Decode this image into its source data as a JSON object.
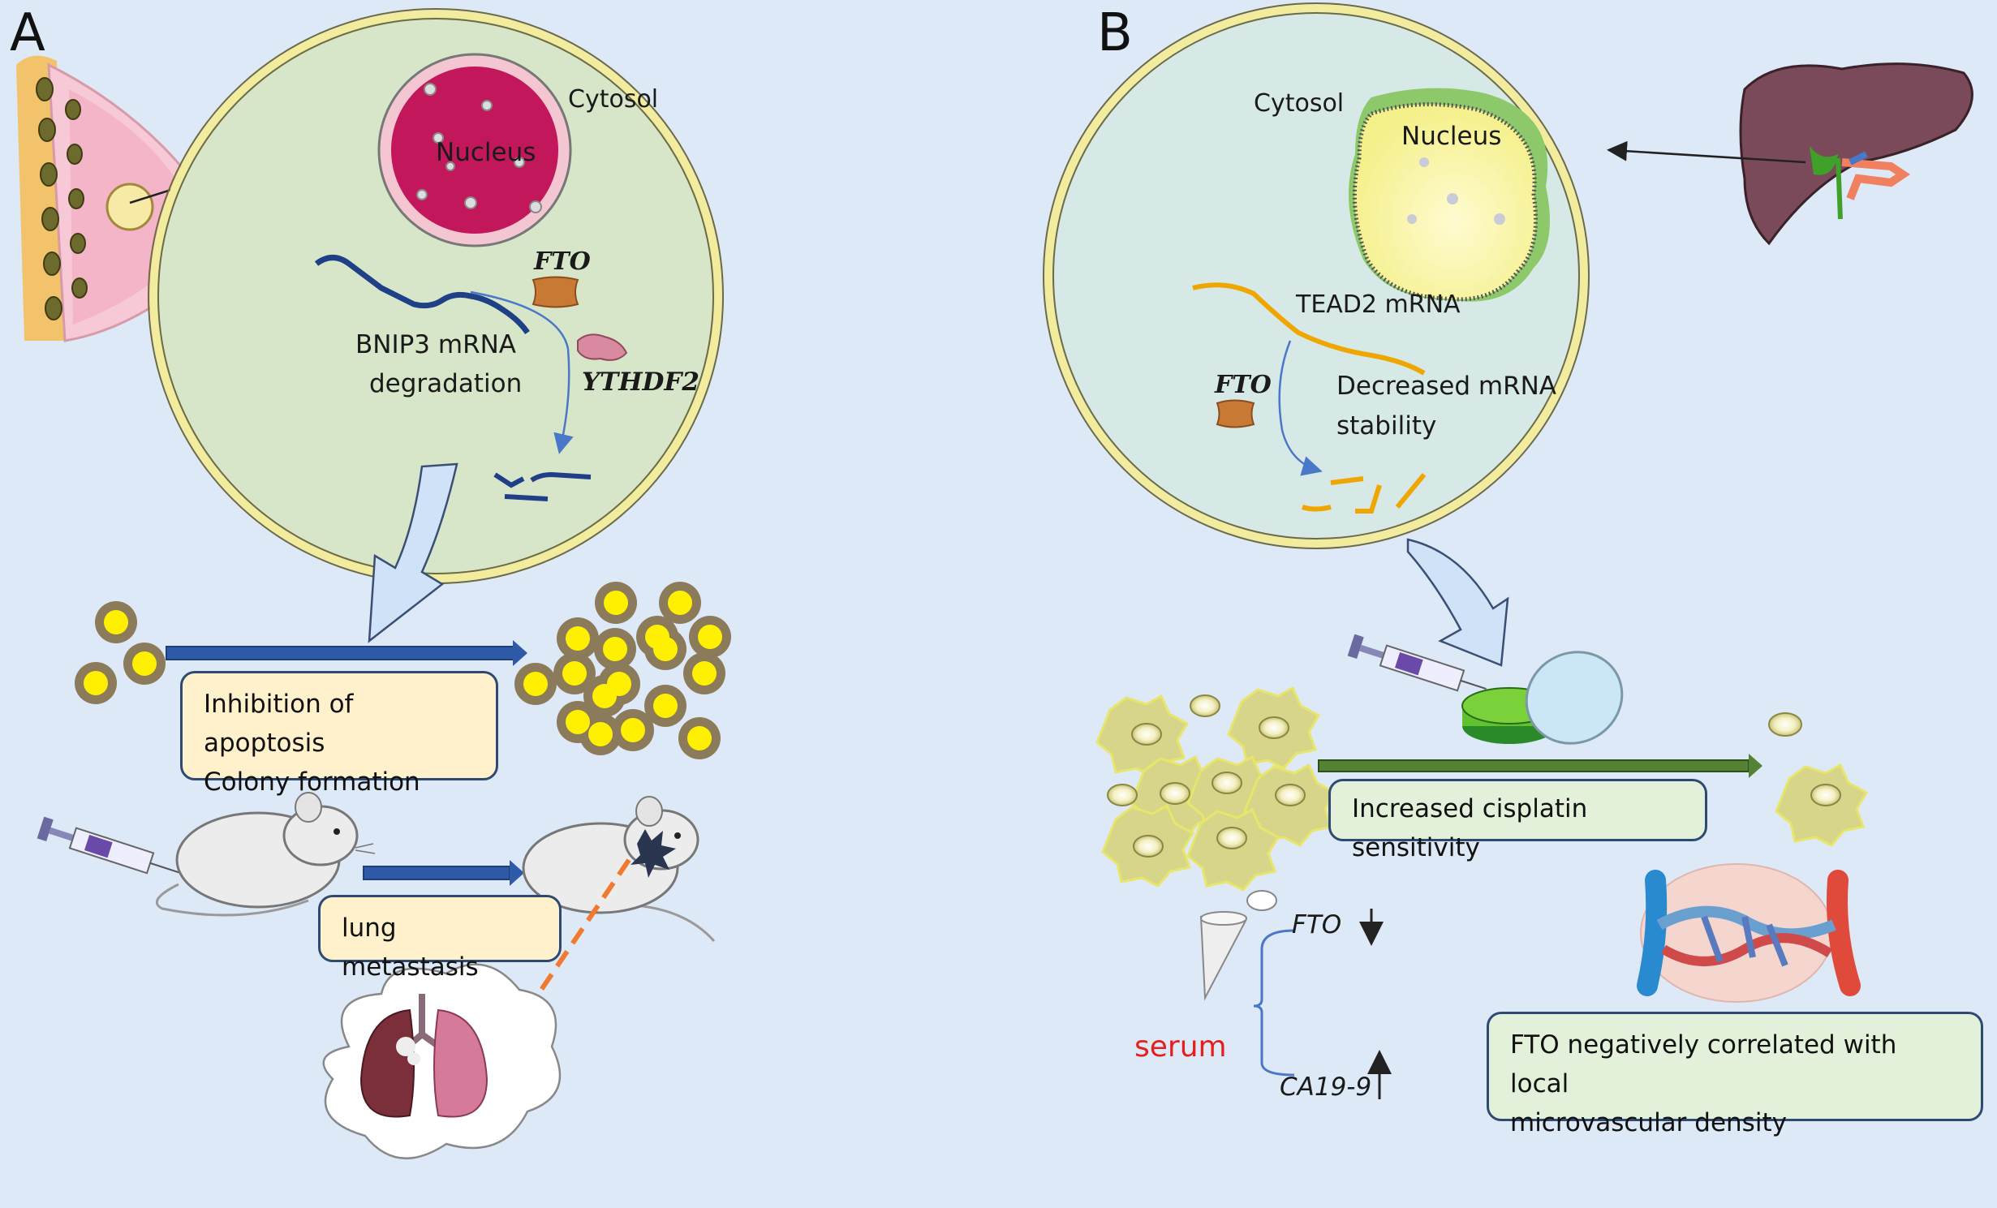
{
  "panel_a": {
    "label": "A",
    "cytosol": "Cytosol",
    "nucleus": "Nucleus",
    "fto": "FTO",
    "ythdf2": "YTHDF2",
    "bnip3_line1": "BNIP3 mRNA",
    "bnip3_line2": "degradation",
    "box1_line1": "Inhibition of apoptosis",
    "box1_line2": "Colony formation",
    "box2": "lung metastasis"
  },
  "panel_b": {
    "label": "B",
    "cytosol": "Cytosol",
    "nucleus": "Nucleus",
    "tead2": "TEAD2 mRNA",
    "fto": "FTO",
    "decreased_line1": "Decreased mRNA",
    "decreased_line2": "stability",
    "box1": "Increased cisplatin sensitivity",
    "fto_marker": "FTO",
    "ca199_marker": "CA19-9",
    "serum": "serum",
    "box2_line1": "FTO negatively correlated with local",
    "box2_line2": "microvascular density"
  },
  "colors": {
    "background": "#dde9f6",
    "cell_fill_a": "#d7e6c8",
    "cell_fill_b": "#d6e9e6",
    "membrane": "#f2ec9c",
    "nucleus_a": "#c2185b",
    "mrna_a": "#1f3f87",
    "mrna_b": "#f0a600",
    "box_fill_a": "#fff1cc",
    "box_fill_b": "#e3f0da",
    "arrow_blue": "#2f5aa8",
    "arrow_green": "#548235",
    "serum_red": "#e61e1e"
  }
}
